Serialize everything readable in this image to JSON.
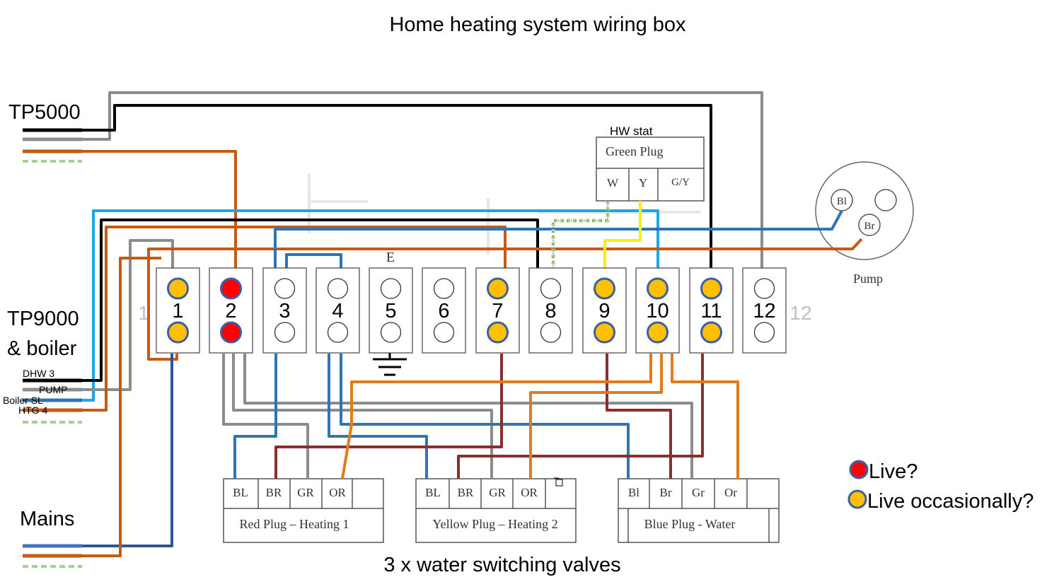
{
  "title": "Home heating system wiring box",
  "left_labels": {
    "tp5000": "TP5000",
    "tp9000_line1": "TP9000",
    "tp9000_line2": "& boiler",
    "dhw": "DHW 3",
    "pump": "PUMP",
    "boiler_sl": "Boiler SL",
    "htg": "HTG 4",
    "mains": "Mains"
  },
  "terminals": [
    {
      "num": "1",
      "top": "amber",
      "bottom": "amber"
    },
    {
      "num": "2",
      "top": "red",
      "bottom": "red"
    },
    {
      "num": "3",
      "top": "none",
      "bottom": "none"
    },
    {
      "num": "4",
      "top": "none",
      "bottom": "none"
    },
    {
      "num": "5",
      "top": "none",
      "bottom": "none"
    },
    {
      "num": "6",
      "top": "none",
      "bottom": "none"
    },
    {
      "num": "7",
      "top": "amber",
      "bottom": "amber"
    },
    {
      "num": "8",
      "top": "none",
      "bottom": "none"
    },
    {
      "num": "9",
      "top": "amber",
      "bottom": "amber"
    },
    {
      "num": "10",
      "top": "amber",
      "bottom": "amber"
    },
    {
      "num": "11",
      "top": "amber",
      "bottom": "amber"
    },
    {
      "num": "12",
      "top": "none",
      "bottom": "none"
    }
  ],
  "background_numbers": {
    "left": "1",
    "right": "12",
    "earth": "E"
  },
  "hw_stat": {
    "label": "HW stat",
    "plug": "Green Plug",
    "pins": [
      "W",
      "Y",
      "G/Y"
    ]
  },
  "pump": {
    "label": "Pump",
    "pins": [
      "Bl",
      "Br"
    ]
  },
  "plugs": [
    {
      "pins": [
        "BL",
        "BR",
        "GR",
        "OR"
      ],
      "label": "Red Plug – Heating 1"
    },
    {
      "pins": [
        "BL",
        "BR",
        "GR",
        "OR"
      ],
      "label": "Yellow Plug – Heating 2"
    },
    {
      "pins": [
        "Bl",
        "Br",
        "Gr",
        "Or"
      ],
      "label": "Blue Plug - Water"
    }
  ],
  "bottom_caption": "3 x water switching valves",
  "legend": [
    {
      "color": "#ff0000",
      "label": "Live?"
    },
    {
      "color": "#ffc000",
      "label": "Live occasionally?"
    }
  ],
  "colors": {
    "black": "#000000",
    "grey": "#8c8c8c",
    "orange": "#c55a11",
    "orange_light": "#e07b1e",
    "blue_light": "#1aa7e8",
    "blue": "#2e75b6",
    "blue_dark": "#2f5597",
    "brown": "#843c0c",
    "brown_red": "#8b2e2e",
    "yellow": "#ffee00",
    "green_dash": "#a9d18e",
    "amber": "#ffc000",
    "red": "#ff0000",
    "ring": "#3a5fa8"
  }
}
